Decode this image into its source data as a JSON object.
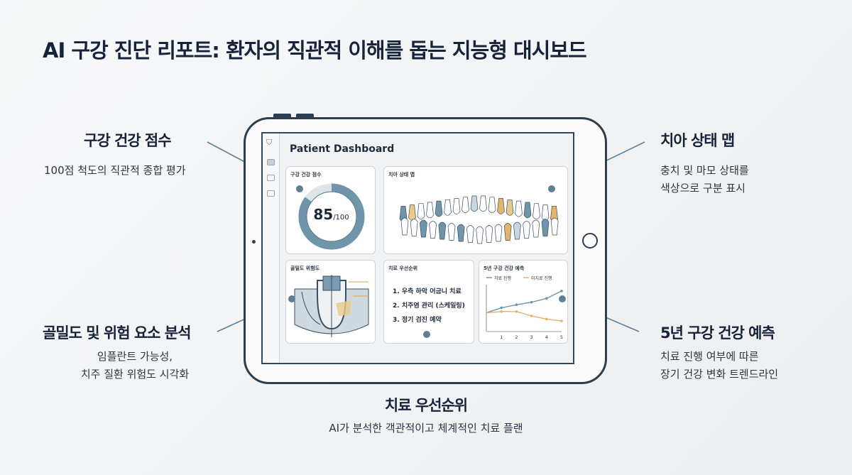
{
  "title": "AI 구강 진단 리포트: 환자의 직관적 이해를 돕는 지능형 대시보드",
  "callouts": {
    "score": {
      "heading": "구강 건강 점수",
      "sub": "100점 척도의 직관적 종합 평가"
    },
    "tooth_map": {
      "heading": "치아 상태 맵",
      "sub1": "충치 및 마모 상태를",
      "sub2": "색상으로 구분 표시"
    },
    "bone": {
      "heading": "골밀도 및 위험 요소 분석",
      "sub1": "임플란트 가능성,",
      "sub2": "치주 질환 위험도 시각화"
    },
    "forecast": {
      "heading": "5년 구강 건강 예측",
      "sub1": "치료 진행 여부에 따른",
      "sub2": "장기 건강 변화 트렌드라인"
    },
    "priority": {
      "heading": "치료 우선순위",
      "sub": "AI가 분석한 객관적이고 체계적인 치료 플랜"
    }
  },
  "dashboard": {
    "title": "Patient Dashboard",
    "score_card": {
      "title": "구강 건강 점수",
      "score": "85",
      "max": "/100",
      "value": 85
    },
    "tooth_card": {
      "title": "치아 상태 맵"
    },
    "bone_card": {
      "title": "골밀도 위험도"
    },
    "priority_card": {
      "title": "치료 우선순위",
      "items": [
        "1. 우측 하악 어금니 치료",
        "2. 치주염 관리 (스케일링)",
        "3. 정기 검진 예약"
      ]
    }
  },
  "colors": {
    "accent": "#5f8aa3",
    "warning": "#e8b766",
    "dark": "#16233a"
  },
  "chart_data": {
    "type": "line",
    "title": "5년 구강 건강 예측",
    "x": [
      0,
      1,
      2,
      3,
      4,
      5
    ],
    "tick_labels": [
      "1",
      "2",
      "3",
      "4",
      "5"
    ],
    "series": [
      {
        "name": "치료 진행",
        "color": "#6f95aa",
        "values": [
          50,
          58,
          63,
          67,
          73,
          85
        ]
      },
      {
        "name": "미치료 진행",
        "color": "#e3b46a",
        "values": [
          50,
          52,
          52,
          45,
          40,
          37
        ]
      }
    ],
    "ylim": [
      20,
      95
    ],
    "grid": false,
    "legend": "top"
  }
}
